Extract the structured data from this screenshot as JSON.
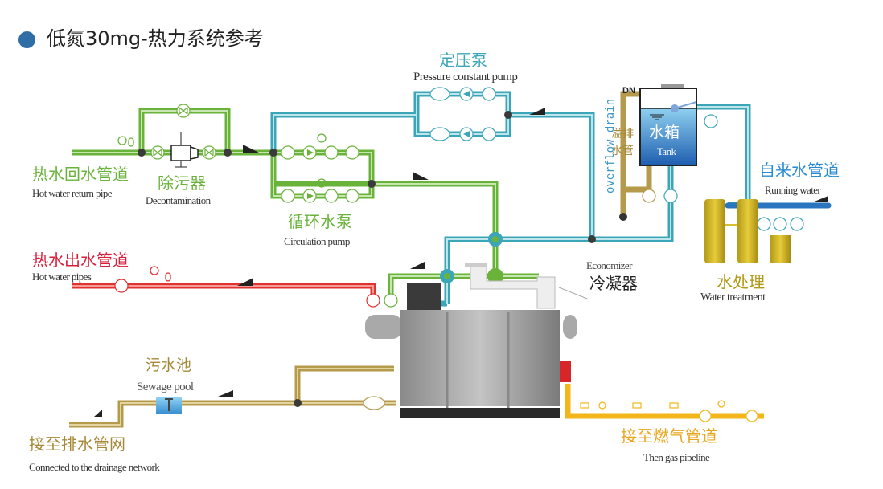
{
  "title": "低氮30mg-热力系统参考",
  "colors": {
    "hot_return": "#6ab33b",
    "hot_supply": "#e0322f",
    "teal": "#3ba6b8",
    "drain": "#b49a4a",
    "gas": "#f2b61b",
    "running_water": "#2a74c0",
    "title_dot": "#2f6da6"
  },
  "labels": {
    "pressure_pump": {
      "cn": "定压泵",
      "en": "Pressure constant pump"
    },
    "hot_return": {
      "cn": "热水回水管道",
      "en": "Hot water return pipe"
    },
    "decontamination": {
      "cn": "除污器",
      "en": "Decontamination"
    },
    "circulation_pump": {
      "cn": "循环水泵",
      "en": "Circulation pump"
    },
    "hot_supply": {
      "cn": "热水出水管道",
      "en": "Hot water pipes"
    },
    "economizer": {
      "cn": "冷凝器",
      "en": "Economizer"
    },
    "tank": {
      "cn": "水箱",
      "en": "Tank",
      "dn": "DN"
    },
    "overflow": {
      "cn_line1": "溢排",
      "cn_line2": "水管",
      "en": "overflow drain"
    },
    "running_water": {
      "cn": "自来水管道",
      "en": "Running water"
    },
    "water_treatment": {
      "cn": "水处理",
      "en": "Water treatment"
    },
    "sewage_pool": {
      "cn": "污水池",
      "en": "Sewage pool"
    },
    "drainage": {
      "cn": "接至排水管网",
      "en": "Connected to the drainage network"
    },
    "gas": {
      "cn": "接至燃气管道",
      "en": "Then gas pipeline"
    }
  }
}
